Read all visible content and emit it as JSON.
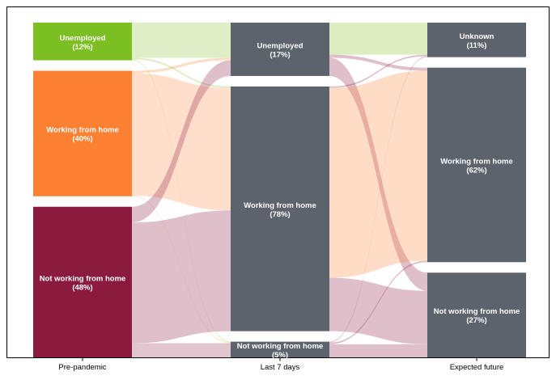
{
  "chart_data": {
    "type": "sankey",
    "stages": [
      "Pre-pandemic",
      "Last 7 days",
      "Expected future"
    ],
    "nodes": [
      {
        "id": "pre_unemployed",
        "stage": 0,
        "label": "Unemployed",
        "pct_label": "(12%)",
        "value": 12,
        "color": "#7cbf22"
      },
      {
        "id": "pre_wfh",
        "stage": 0,
        "label": "Working from home",
        "pct_label": "(40%)",
        "value": 40,
        "color": "#fe8133"
      },
      {
        "id": "pre_not_wfh",
        "stage": 0,
        "label": "Not working from home",
        "pct_label": "(48%)",
        "value": 48,
        "color": "#8b1a3f"
      },
      {
        "id": "last_unemployed",
        "stage": 1,
        "label": "Unemployed",
        "pct_label": "(17%)",
        "value": 17,
        "color": "#5c636d"
      },
      {
        "id": "last_wfh",
        "stage": 1,
        "label": "Working from home",
        "pct_label": "(78%)",
        "value": 78,
        "color": "#5c636d"
      },
      {
        "id": "last_not_wfh",
        "stage": 1,
        "label": "Not working from home",
        "pct_label": "(5%)",
        "value": 5,
        "color": "#5c636d"
      },
      {
        "id": "fut_unknown",
        "stage": 2,
        "label": "Unknown",
        "pct_label": "(11%)",
        "value": 11,
        "color": "#5c636d"
      },
      {
        "id": "fut_wfh",
        "stage": 2,
        "label": "Working from home",
        "pct_label": "(62%)",
        "value": 62,
        "color": "#5c636d"
      },
      {
        "id": "fut_not_wfh",
        "stage": 2,
        "label": "Not working from home",
        "pct_label": "(27%)",
        "value": 27,
        "color": "#5c636d"
      }
    ],
    "links": [
      {
        "source": "pre_unemployed",
        "target": "last_unemployed",
        "value": 11.2
      },
      {
        "source": "pre_unemployed",
        "target": "last_wfh",
        "value": 0.5
      },
      {
        "source": "pre_unemployed",
        "target": "last_not_wfh",
        "value": 0.3
      },
      {
        "source": "pre_wfh",
        "target": "last_unemployed",
        "value": 0.8
      },
      {
        "source": "pre_wfh",
        "target": "last_wfh",
        "value": 39.0
      },
      {
        "source": "pre_wfh",
        "target": "last_not_wfh",
        "value": 0.2
      },
      {
        "source": "pre_not_wfh",
        "target": "last_unemployed",
        "value": 5.0
      },
      {
        "source": "pre_not_wfh",
        "target": "last_wfh",
        "value": 38.5
      },
      {
        "source": "pre_not_wfh",
        "target": "last_not_wfh",
        "value": 4.5
      },
      {
        "source": "last_unemployed",
        "target": "fut_unknown",
        "value": 10.2
      },
      {
        "source": "last_unemployed",
        "target": "fut_wfh",
        "value": 1.0
      },
      {
        "source": "last_unemployed",
        "target": "fut_not_wfh",
        "value": 5.8
      },
      {
        "source": "last_wfh",
        "target": "fut_unknown",
        "value": 0.5
      },
      {
        "source": "last_wfh",
        "target": "fut_wfh",
        "value": 60.5
      },
      {
        "source": "last_wfh",
        "target": "fut_not_wfh",
        "value": 17.0
      },
      {
        "source": "last_not_wfh",
        "target": "fut_unknown",
        "value": 0.3
      },
      {
        "source": "last_not_wfh",
        "target": "fut_wfh",
        "value": 0.5
      },
      {
        "source": "last_not_wfh",
        "target": "fut_not_wfh",
        "value": 4.2
      }
    ],
    "link_colors": {
      "pre_unemployed": "#7cbf22",
      "pre_wfh": "#fe8133",
      "pre_not_wfh": "#8b1a3f"
    },
    "grid": false,
    "legend": "none"
  }
}
